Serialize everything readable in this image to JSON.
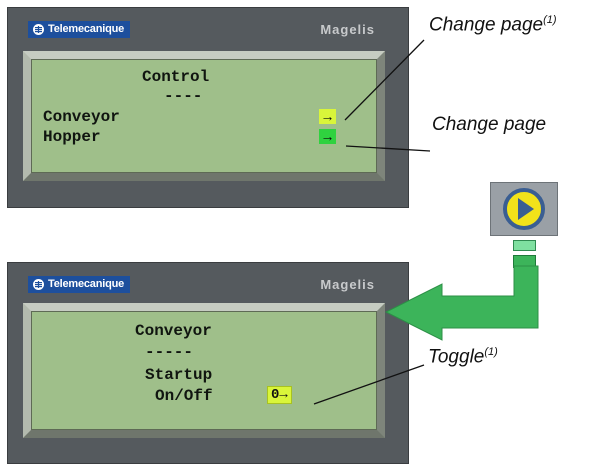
{
  "top_panel": {
    "brand": "Telemecanique",
    "model": "Magelis",
    "screen": {
      "title": "Control",
      "separator": "----",
      "items": [
        {
          "label": "Conveyor",
          "button": "→"
        },
        {
          "label": "Hopper",
          "button": "→"
        }
      ]
    }
  },
  "bottom_panel": {
    "brand": "Telemecanique",
    "model": "Magelis",
    "screen": {
      "title": "Conveyor",
      "separator": "-----",
      "line1": "Startup",
      "line2": "On/Off",
      "toggle_value": "0",
      "toggle_arrow": "→"
    }
  },
  "callouts": {
    "change_page_1": {
      "text": "Change page",
      "sup": "(1)"
    },
    "change_page_2": {
      "text": "Change page"
    },
    "toggle": {
      "text": "Toggle",
      "sup": "(1)"
    }
  },
  "colors": {
    "panel_gray": "#555a5e",
    "lcd_green": "#9fbf8a",
    "lime_button": "#d9f53a",
    "green_button": "#2fd23f",
    "flow_arrow": "#3cb45a",
    "play_icon_yellow": "#f2e21a"
  },
  "icons": {
    "play_key": "play-circle-icon",
    "flow": "left-arrow-icon"
  }
}
